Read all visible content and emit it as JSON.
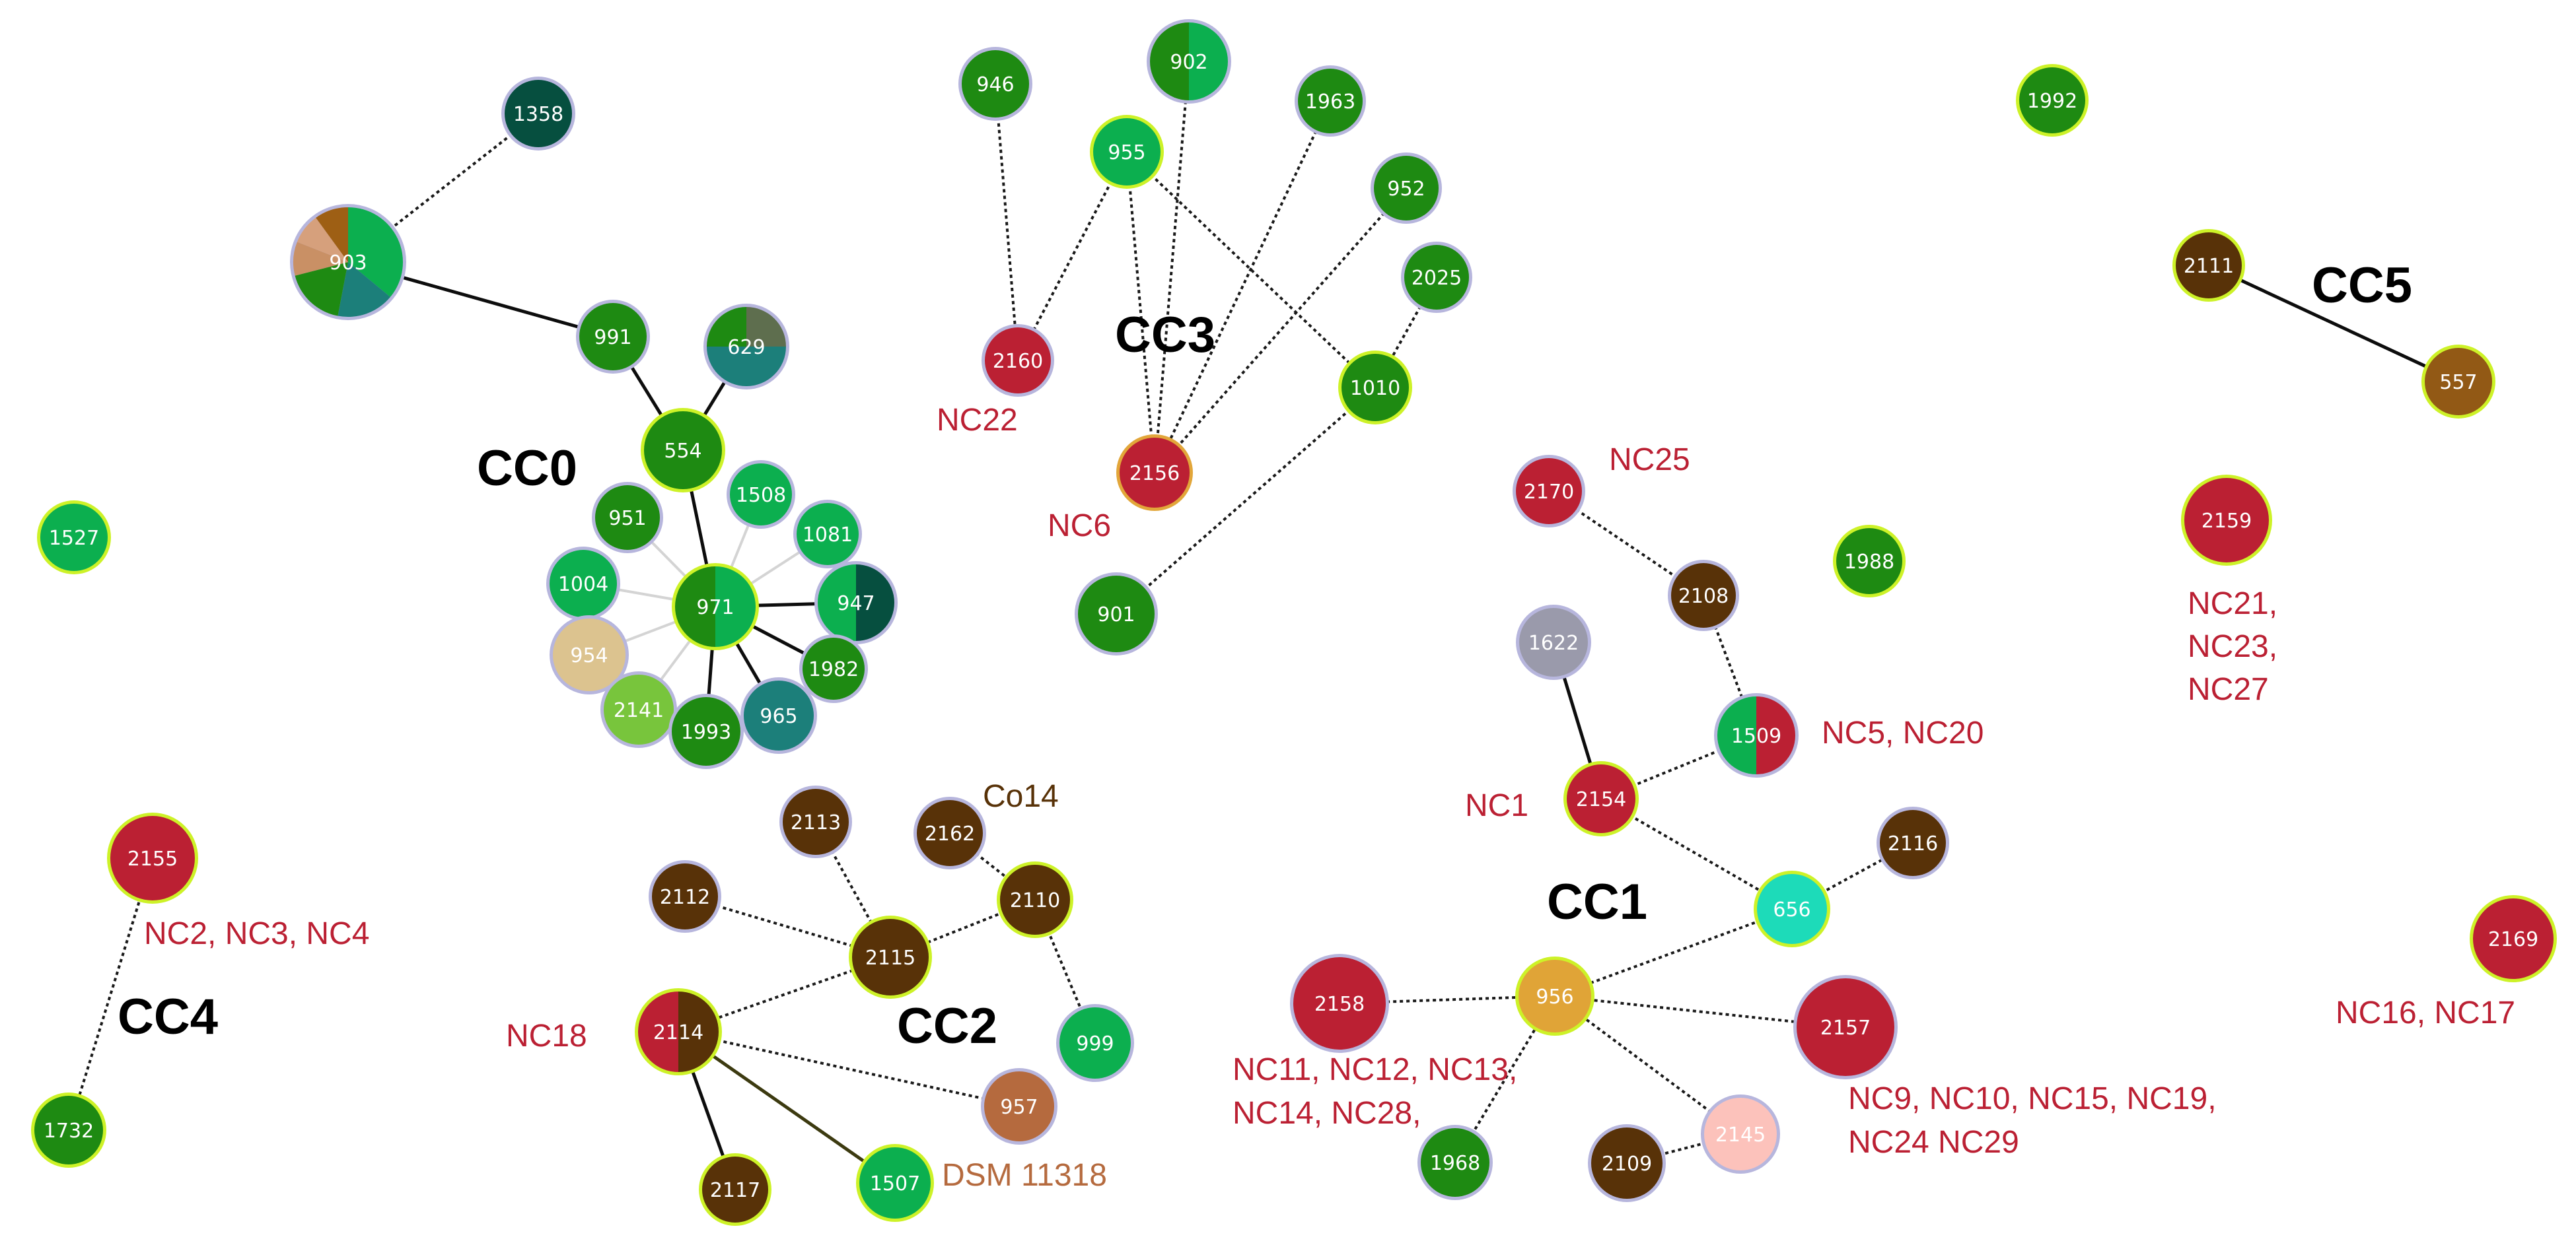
{
  "colors": {
    "green_dark": "#1e8a12",
    "green_mid": "#0caf4f",
    "green_teal": "#1c7f7a",
    "green_deep": "#064f3f",
    "green_lime": "#78c53c",
    "olive": "#5e6e4e",
    "red": "#bb2033",
    "brown": "#583208",
    "brown_light": "#925915",
    "tan": "#dcc38f",
    "cyan": "#1ddbb9",
    "gold": "#e0a437",
    "pink": "#fcc2bb",
    "gray": "#9a9aab",
    "sienna": "#b56a3e",
    "pie_brown": "#9e5f14",
    "pie_salmon": "#d6a07c",
    "pie_tan": "#c99065"
  },
  "clusters": [
    {
      "id": "CC0",
      "label": "CC0"
    },
    {
      "id": "CC1",
      "label": "CC1"
    },
    {
      "id": "CC2",
      "label": "CC2"
    },
    {
      "id": "CC3",
      "label": "CC3"
    },
    {
      "id": "CC4",
      "label": "CC4"
    },
    {
      "id": "CC5",
      "label": "CC5"
    }
  ],
  "nodes": [
    {
      "id": "903",
      "label": "903",
      "pie": [
        [
          "green_mid",
          0.36
        ],
        [
          "green_teal",
          0.17
        ],
        [
          "green_dark",
          0.18
        ],
        [
          "pie_tan",
          0.1
        ],
        [
          "pie_salmon",
          0.09
        ],
        [
          "pie_brown",
          0.1
        ]
      ]
    },
    {
      "id": "1358",
      "label": "1358",
      "fill": "green_deep"
    },
    {
      "id": "991",
      "label": "991",
      "fill": "green_dark"
    },
    {
      "id": "629",
      "label": "629",
      "pie": [
        [
          "olive",
          0.25
        ],
        [
          "green_teal",
          0.5
        ],
        [
          "green_dark",
          0.25
        ]
      ]
    },
    {
      "id": "554",
      "label": "554",
      "fill": "green_dark",
      "ring": "lime"
    },
    {
      "id": "951",
      "label": "951",
      "fill": "green_dark"
    },
    {
      "id": "1508",
      "label": "1508",
      "fill": "green_mid"
    },
    {
      "id": "1081",
      "label": "1081",
      "fill": "green_mid"
    },
    {
      "id": "1004",
      "label": "1004",
      "fill": "green_mid"
    },
    {
      "id": "971",
      "label": "971",
      "pie": [
        [
          "green_mid",
          0.5
        ],
        [
          "green_dark",
          0.5
        ]
      ],
      "ring": "lime"
    },
    {
      "id": "947",
      "label": "947",
      "pie": [
        [
          "green_deep",
          0.5
        ],
        [
          "green_mid",
          0.5
        ]
      ]
    },
    {
      "id": "954",
      "label": "954",
      "fill": "tan"
    },
    {
      "id": "1982",
      "label": "1982",
      "fill": "green_dark"
    },
    {
      "id": "2141",
      "label": "2141",
      "fill": "green_lime"
    },
    {
      "id": "965",
      "label": "965",
      "fill": "green_teal"
    },
    {
      "id": "1993",
      "label": "1993",
      "fill": "green_dark"
    },
    {
      "id": "1527",
      "label": "1527",
      "fill": "green_mid",
      "ring": "lime"
    },
    {
      "id": "946",
      "label": "946",
      "fill": "green_dark"
    },
    {
      "id": "902",
      "label": "902",
      "pie": [
        [
          "green_mid",
          0.5
        ],
        [
          "green_dark",
          0.5
        ]
      ]
    },
    {
      "id": "955",
      "label": "955",
      "fill": "green_mid",
      "ring": "lime"
    },
    {
      "id": "1963",
      "label": "1963",
      "fill": "green_dark"
    },
    {
      "id": "952",
      "label": "952",
      "fill": "green_dark"
    },
    {
      "id": "2025",
      "label": "2025",
      "fill": "green_dark"
    },
    {
      "id": "2160",
      "label": "2160",
      "fill": "red"
    },
    {
      "id": "1010",
      "label": "1010",
      "fill": "green_dark",
      "ring": "lime"
    },
    {
      "id": "2156",
      "label": "2156",
      "fill": "red",
      "ring": "gold"
    },
    {
      "id": "901",
      "label": "901",
      "fill": "green_dark"
    },
    {
      "id": "1992",
      "label": "1992",
      "fill": "green_dark",
      "ring": "lime"
    },
    {
      "id": "2111",
      "label": "2111",
      "fill": "brown",
      "ring": "lime"
    },
    {
      "id": "557",
      "label": "557",
      "fill": "brown_light",
      "ring": "lime"
    },
    {
      "id": "2159",
      "label": "2159",
      "fill": "red",
      "ring": "lime"
    },
    {
      "id": "2170",
      "label": "2170",
      "fill": "red"
    },
    {
      "id": "2108",
      "label": "2108",
      "fill": "brown"
    },
    {
      "id": "1988",
      "label": "1988",
      "fill": "green_dark",
      "ring": "lime"
    },
    {
      "id": "1622",
      "label": "1622",
      "fill": "gray"
    },
    {
      "id": "1509",
      "label": "1509",
      "pie": [
        [
          "red",
          0.5
        ],
        [
          "green_mid",
          0.5
        ]
      ]
    },
    {
      "id": "2154",
      "label": "2154",
      "fill": "red",
      "ring": "lime"
    },
    {
      "id": "2116",
      "label": "2116",
      "fill": "brown"
    },
    {
      "id": "656",
      "label": "656",
      "fill": "cyan",
      "ring": "lime"
    },
    {
      "id": "2158",
      "label": "2158",
      "fill": "red"
    },
    {
      "id": "956",
      "label": "956",
      "fill": "gold",
      "ring": "lime"
    },
    {
      "id": "2157",
      "label": "2157",
      "fill": "red"
    },
    {
      "id": "1968",
      "label": "1968",
      "fill": "green_dark"
    },
    {
      "id": "2109",
      "label": "2109",
      "fill": "brown"
    },
    {
      "id": "2145",
      "label": "2145",
      "fill": "pink"
    },
    {
      "id": "2169",
      "label": "2169",
      "fill": "red",
      "ring": "lime"
    },
    {
      "id": "2155",
      "label": "2155",
      "fill": "red",
      "ring": "lime"
    },
    {
      "id": "1732",
      "label": "1732",
      "fill": "green_dark",
      "ring": "lime"
    },
    {
      "id": "2113",
      "label": "2113",
      "fill": "brown"
    },
    {
      "id": "2162",
      "label": "2162",
      "fill": "brown"
    },
    {
      "id": "2110",
      "label": "2110",
      "fill": "brown",
      "ring": "lime"
    },
    {
      "id": "2112",
      "label": "2112",
      "fill": "brown"
    },
    {
      "id": "2115",
      "label": "2115",
      "fill": "brown",
      "ring": "lime"
    },
    {
      "id": "2114",
      "label": "2114",
      "pie": [
        [
          "brown",
          0.5
        ],
        [
          "red",
          0.5
        ]
      ],
      "ring": "lime"
    },
    {
      "id": "999",
      "label": "999",
      "fill": "green_mid"
    },
    {
      "id": "957",
      "label": "957",
      "fill": "sienna"
    },
    {
      "id": "2117",
      "label": "2117",
      "fill": "brown",
      "ring": "lime"
    },
    {
      "id": "1507",
      "label": "1507",
      "fill": "green_mid",
      "ring": "lime"
    }
  ],
  "edges": [
    [
      "903",
      "1358",
      "dotted"
    ],
    [
      "903",
      "991",
      "solid"
    ],
    [
      "991",
      "554",
      "solid"
    ],
    [
      "629",
      "554",
      "solid"
    ],
    [
      "554",
      "971",
      "solid"
    ],
    [
      "971",
      "951",
      "faint"
    ],
    [
      "971",
      "1508",
      "faint"
    ],
    [
      "971",
      "1081",
      "faint"
    ],
    [
      "971",
      "1004",
      "faint"
    ],
    [
      "971",
      "954",
      "faint"
    ],
    [
      "971",
      "2141",
      "faint"
    ],
    [
      "971",
      "947",
      "solid"
    ],
    [
      "971",
      "1982",
      "solid"
    ],
    [
      "971",
      "965",
      "solid"
    ],
    [
      "971",
      "1993",
      "solid"
    ],
    [
      "946",
      "2160",
      "dotted"
    ],
    [
      "955",
      "2160",
      "dotted"
    ],
    [
      "955",
      "2156",
      "dotted"
    ],
    [
      "902",
      "2156",
      "dotted"
    ],
    [
      "1963",
      "2156",
      "dotted"
    ],
    [
      "952",
      "2156",
      "dotted"
    ],
    [
      "955",
      "1010",
      "dotted"
    ],
    [
      "2025",
      "1010",
      "dotted"
    ],
    [
      "1010",
      "901",
      "dotted"
    ],
    [
      "2111",
      "557",
      "solid"
    ],
    [
      "2170",
      "2108",
      "dotted"
    ],
    [
      "2108",
      "1509",
      "dotted"
    ],
    [
      "1622",
      "2154",
      "solid"
    ],
    [
      "2154",
      "1509",
      "dotted"
    ],
    [
      "2154",
      "656",
      "dotted"
    ],
    [
      "656",
      "2116",
      "dotted"
    ],
    [
      "656",
      "956",
      "dotted"
    ],
    [
      "956",
      "2158",
      "dotted"
    ],
    [
      "956",
      "2157",
      "dotted"
    ],
    [
      "956",
      "1968",
      "dotted"
    ],
    [
      "956",
      "2145",
      "dotted"
    ],
    [
      "2109",
      "2145",
      "dotted"
    ],
    [
      "2155",
      "1732",
      "dotted"
    ],
    [
      "2113",
      "2115",
      "dotted"
    ],
    [
      "2162",
      "2110",
      "dotted"
    ],
    [
      "2110",
      "2115",
      "dotted"
    ],
    [
      "2112",
      "2115",
      "dotted"
    ],
    [
      "2115",
      "2114",
      "dotted"
    ],
    [
      "2110",
      "999",
      "dotted"
    ],
    [
      "2114",
      "957",
      "dotted"
    ],
    [
      "2114",
      "2117",
      "solid"
    ],
    [
      "2114",
      "1507",
      "solid_olive"
    ]
  ],
  "annotations": [
    {
      "text": "NC22",
      "color": "red"
    },
    {
      "text": "NC6",
      "color": "red"
    },
    {
      "text": "NC25",
      "color": "red"
    },
    {
      "text": "NC5, NC20",
      "color": "red"
    },
    {
      "text": "NC1",
      "color": "red"
    },
    {
      "text": "NC21,",
      "color": "red"
    },
    {
      "text": "NC23,",
      "color": "red"
    },
    {
      "text": "NC27",
      "color": "red"
    },
    {
      "text": "NC16, NC17",
      "color": "red"
    },
    {
      "text": "NC2, NC3, NC4",
      "color": "red"
    },
    {
      "text": "NC18",
      "color": "red"
    },
    {
      "text": "Co14",
      "color": "brown"
    },
    {
      "text": "DSM 11318",
      "color": "sienna"
    },
    {
      "text": "NC11, NC12, NC13,",
      "color": "red"
    },
    {
      "text": "NC14, NC28,",
      "color": "red"
    },
    {
      "text": "NC9, NC10, NC15, NC19,",
      "color": "red"
    },
    {
      "text": "NC24 NC29",
      "color": "red"
    }
  ]
}
